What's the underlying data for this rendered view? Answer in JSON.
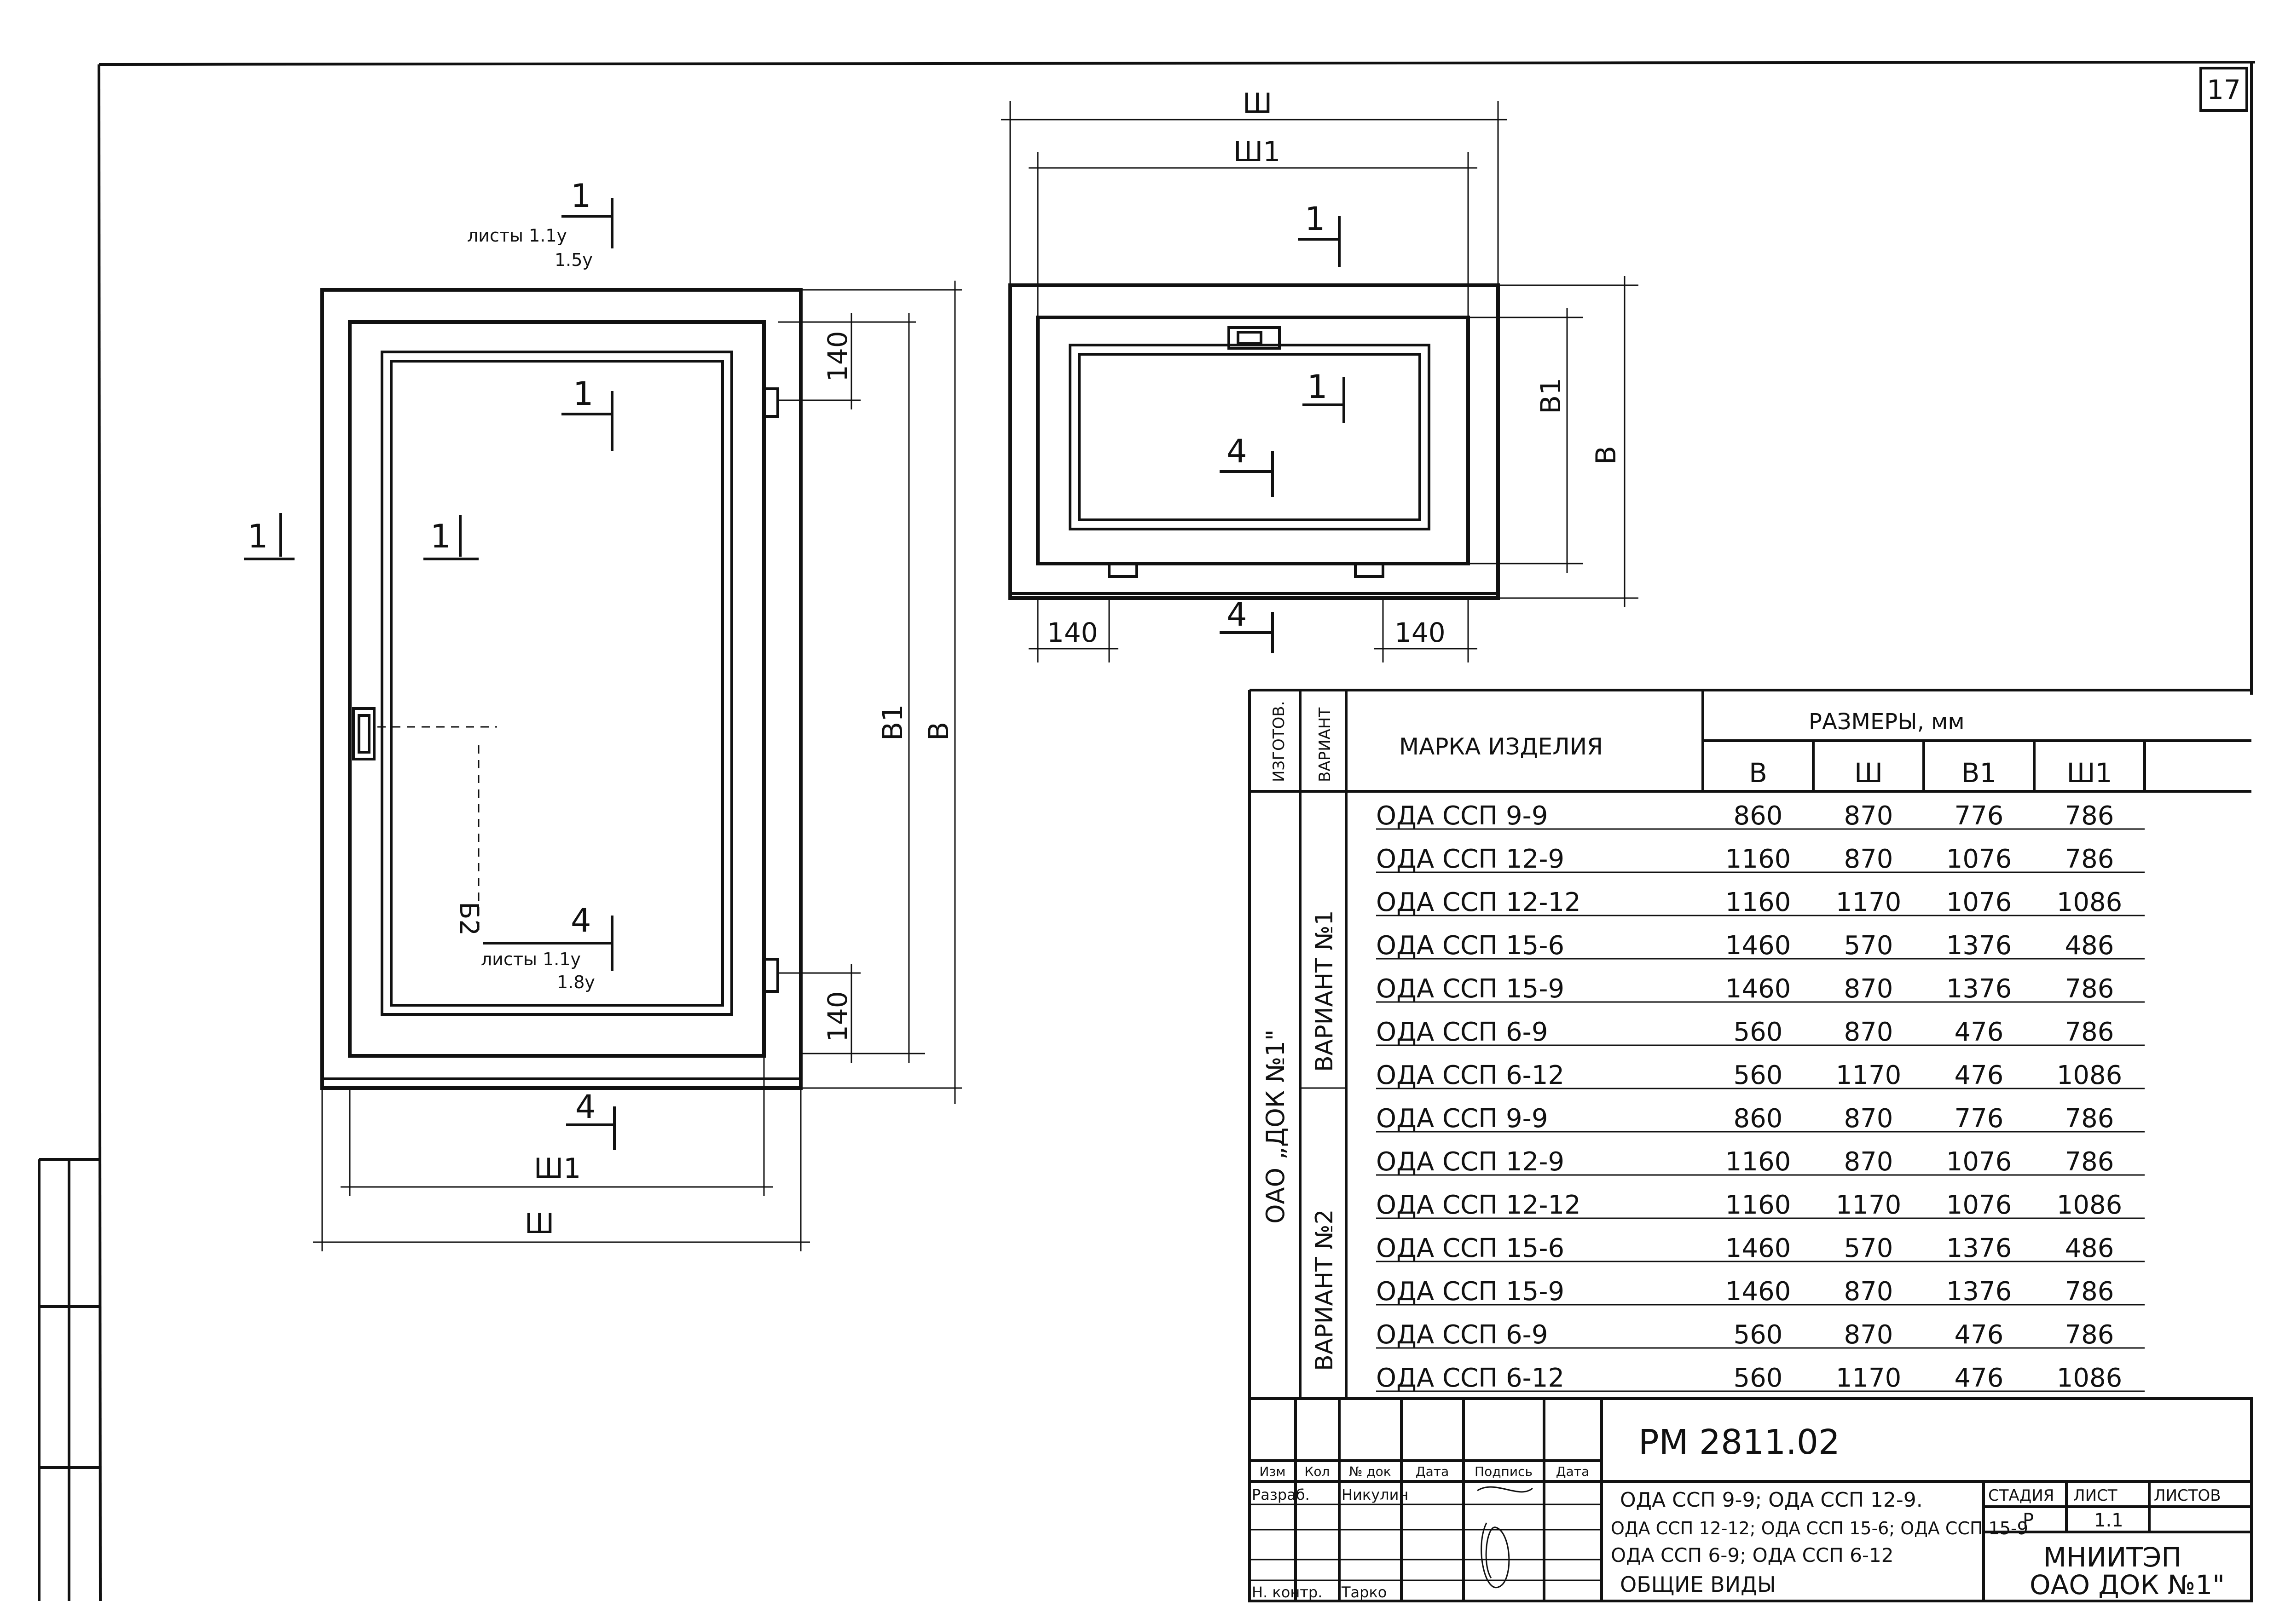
{
  "sheet": {
    "page_number": "17"
  },
  "front_view": {
    "section_top": {
      "num": "1",
      "ref_line1": "листы 1.1у",
      "ref_line2": "1.5у"
    },
    "section_left": "1",
    "section_inner_left": "1",
    "section_inner_top": "1",
    "label_b2": "Б2",
    "section_4": {
      "num": "4",
      "ref_line1": "листы 1.1у",
      "ref_line2": "1.8у"
    },
    "section_4_bottom": "4",
    "dim_140_top": "140",
    "dim_140_bottom": "140",
    "dim_b1": "В1",
    "dim_b": "В",
    "dim_sh1": "Ш1",
    "dim_sh": "Ш"
  },
  "top_view": {
    "dim_sh": "Ш",
    "dim_sh1": "Ш1",
    "section_1_top": "1",
    "section_1_inner": "1",
    "section_4_inner": "4",
    "section_4_bottom": "4",
    "dim_b1": "В1",
    "dim_b": "В",
    "dim_140_left": "140",
    "dim_140_right": "140"
  },
  "table": {
    "col_manufacturer": "ИЗГОТОВ.",
    "col_variant": "ВАРИАНТ",
    "col_mark": "МАРКА ИЗДЕЛИЯ",
    "col_sizes": "РАЗМЕРЫ, мм",
    "size_headers": [
      "В",
      "Ш",
      "В1",
      "Ш1"
    ],
    "manufacturer": "ОАО „ДОК №1\"",
    "variant_1": "ВАРИАНТ №1",
    "variant_2": "ВАРИАНТ №2",
    "rows": [
      {
        "mark": "ОДА ССП 9-9",
        "B": "860",
        "Sh": "870",
        "B1": "776",
        "Sh1": "786"
      },
      {
        "mark": "ОДА ССП 12-9",
        "B": "1160",
        "Sh": "870",
        "B1": "1076",
        "Sh1": "786"
      },
      {
        "mark": "ОДА ССП 12-12",
        "B": "1160",
        "Sh": "1170",
        "B1": "1076",
        "Sh1": "1086"
      },
      {
        "mark": "ОДА ССП 15-6",
        "B": "1460",
        "Sh": "570",
        "B1": "1376",
        "Sh1": "486"
      },
      {
        "mark": "ОДА ССП 15-9",
        "B": "1460",
        "Sh": "870",
        "B1": "1376",
        "Sh1": "786"
      },
      {
        "mark": "ОДА ССП 6-9",
        "B": "560",
        "Sh": "870",
        "B1": "476",
        "Sh1": "786"
      },
      {
        "mark": "ОДА ССП 6-12",
        "B": "560",
        "Sh": "1170",
        "B1": "476",
        "Sh1": "1086"
      },
      {
        "mark": "ОДА ССП 9-9",
        "B": "860",
        "Sh": "870",
        "B1": "776",
        "Sh1": "786"
      },
      {
        "mark": "ОДА ССП 12-9",
        "B": "1160",
        "Sh": "870",
        "B1": "1076",
        "Sh1": "786"
      },
      {
        "mark": "ОДА ССП 12-12",
        "B": "1160",
        "Sh": "1170",
        "B1": "1076",
        "Sh1": "1086"
      },
      {
        "mark": "ОДА ССП 15-6",
        "B": "1460",
        "Sh": "570",
        "B1": "1376",
        "Sh1": "486"
      },
      {
        "mark": "ОДА ССП 15-9",
        "B": "1460",
        "Sh": "870",
        "B1": "1376",
        "Sh1": "786"
      },
      {
        "mark": "ОДА ССП 6-9",
        "B": "560",
        "Sh": "870",
        "B1": "476",
        "Sh1": "786"
      },
      {
        "mark": "ОДА ССП 6-12",
        "B": "560",
        "Sh": "1170",
        "B1": "476",
        "Sh1": "1086"
      }
    ]
  },
  "title_block": {
    "doc_code": "РМ 2811.02",
    "headers": [
      "Изм",
      "Кол",
      "№ док",
      "Дата",
      "Подпись",
      "Дата"
    ],
    "row1": [
      "Разраб.",
      "Никулин"
    ],
    "row2": [
      "Н. контр.",
      "Тарко"
    ],
    "description_1": "ОДА ССП 9-9; ОДА ССП 12-9.",
    "description_2": "ОДА ССП 12-12; ОДА ССП 15-6; ОДА ССП 15-9",
    "description_3": "ОДА ССП 6-9; ОДА ССП 6-12",
    "description_4": "ОБЩИЕ ВИДЫ",
    "stage_label": "СТАДИЯ",
    "sheet_label": "ЛИСТ",
    "sheets_label": "ЛИСТОВ",
    "stage_value": "Р",
    "sheet_value": "1.1",
    "org_line1": "МНИИТЭП",
    "org_line2": "ОАО ДОК №1\""
  }
}
